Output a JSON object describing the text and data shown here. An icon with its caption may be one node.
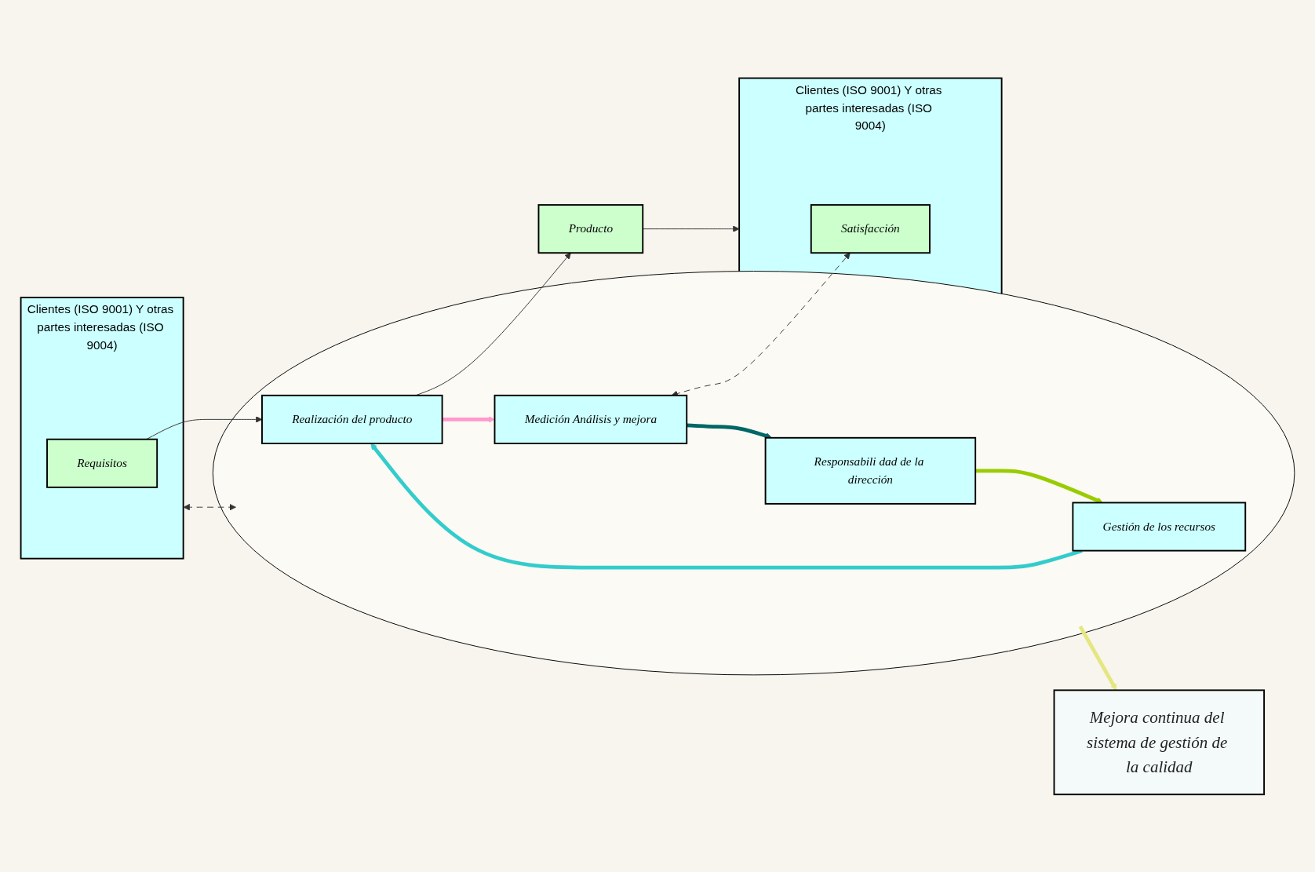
{
  "diagram": {
    "nodes": [
      {
        "text": [
          "Mejora continua del sistema de gestión de la calidad"
        ]
      },
      {
        "text": [
          "Clientes (ISO 9001) Y otras partes interesadas (ISO 9004)"
        ]
      },
      {
        "text": [
          "Requisitos"
        ],
        "in": 1
      },
      {
        "text": [],
        "shape": "circle"
      },
      {
        "text": [
          "Responsabili dad de la dirección"
        ],
        "in": 3
      },
      {
        "text": [
          "Gestión de los recursos"
        ],
        "in": 3
      },
      {
        "text": [
          "Medición Análisis y mejora"
        ],
        "in": 3
      },
      {
        "text": [
          "Realización del producto"
        ],
        "in": 3
      },
      {
        "text": [
          "Producto"
        ]
      },
      {
        "text": [
          "Clientes (ISO 9001) Y otras partes interesadas (ISO 9004)"
        ]
      },
      {
        "text": [
          "Satisfacción"
        ],
        "in": 9
      }
    ],
    "edges": [
      {
        "from": 1,
        "to": 3,
        "arrow": "both",
        "style": "dashed"
      },
      {
        "from": 4,
        "to": 5,
        "arrow": "to",
        "style": "thick",
        "color": "#99cc00"
      },
      {
        "from": 5,
        "to": 7,
        "arrow": "to",
        "style": "thick",
        "color": "#33cccc"
      },
      {
        "from": 7,
        "to": 6,
        "arrow": "to",
        "style": "thick",
        "color": "#ff99cc"
      },
      {
        "from": 6,
        "to": 4,
        "arrow": "to",
        "style": "thick",
        "color": "#006666"
      },
      {
        "from": 3,
        "to": 0,
        "arrow": "to",
        "style": "thick",
        "color": "#e6e680"
      },
      {
        "from": 2,
        "to": 7,
        "arrow": "to"
      },
      {
        "from": 7,
        "to": 8,
        "arrow": "to"
      },
      {
        "from": 8,
        "to": 9,
        "arrow": "to"
      },
      {
        "from": 6,
        "to": 10,
        "arrow": "both",
        "style": "dashed"
      }
    ]
  }
}
